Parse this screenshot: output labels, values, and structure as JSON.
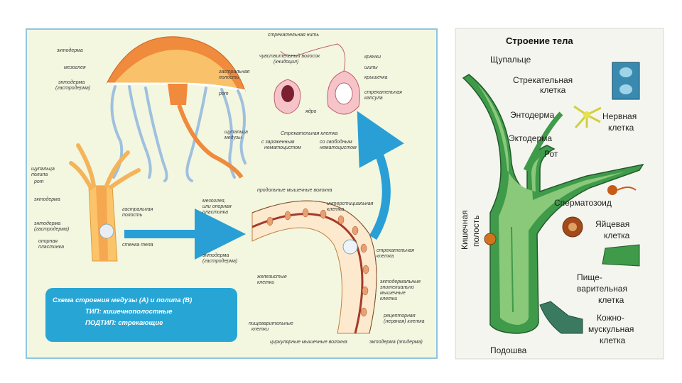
{
  "left_panel": {
    "labels": {
      "ektoderma_top": "эктодерма",
      "mezogleya_top": "мезоглея",
      "entoderma_gastro_top": "энтодерма",
      "entoderma_gastro_top_2": "(гастродерма)",
      "gastral_cavity_top": "гастральная",
      "gastral_cavity_top_2": "полость",
      "mouth_top": "рот",
      "tentacles_medusa": "щупальца",
      "tentacles_medusa_2": "медузы",
      "tentacles_polyp": "щупальца",
      "tentacles_polyp_2": "полипа",
      "mouth_polyp": "рот",
      "ektoderma_polyp": "эктодерма",
      "gastral_cavity_polyp": "гастральная",
      "gastral_cavity_polyp_2": "полость",
      "entoderma_polyp": "энтодерма",
      "entoderma_polyp_2": "(гастродерма)",
      "support_plate": "опорная",
      "support_plate_2": "пластинка",
      "body_wall": "стенка тела",
      "stinging_thread": "стрекательная нить",
      "sensitive_hair": "чувствительный волосок",
      "sensitive_hair_2": "(книдоцил)",
      "hooks": "крючки",
      "spines": "шипы",
      "lid": "крышечка",
      "stinging_capsule": "стрекательная",
      "stinging_capsule_2": "капсула",
      "nucleus": "ядро",
      "stinging_cell": "Стрекательная клетка",
      "with_charged": "с заряженным",
      "with_charged_2": "нематоцистом",
      "with_free": "со свободным",
      "with_free_2": "нематоцистом",
      "longitudinal_fibers": "продольные мышечные волокна",
      "mesoglea_support": "мезоглея,",
      "mesoglea_support_2": "или опорная",
      "mesoglea_support_3": "пластинка",
      "interstitial_cell": "интерстициальная",
      "interstitial_cell_2": "клетка",
      "entoderma_wall": "энтодерма",
      "entoderma_wall_2": "(гастродерма)",
      "stinging_cell_small": "стрекательная",
      "stinging_cell_small_2": "клетка",
      "gland_cells": "железистые",
      "gland_cells_2": "клетки",
      "ecto_epithelial": "эктодермальные",
      "ecto_epithelial_2": "эпителиально",
      "ecto_epithelial_3": "мышечные",
      "ecto_epithelial_4": "клетки",
      "digestive_cells": "пищеварительные",
      "digestive_cells_2": "клетки",
      "receptor_cell": "рецепторная",
      "receptor_cell_2": "(нервная) клетка",
      "circular_fibers": "циркулярные мышечные волокна",
      "ectoderm_bottom": "эктодерма (эпидерма)"
    },
    "caption": {
      "line1": "Схема строения медузы (А) и полипа (В)",
      "line2": "ТИП: кишечнополостные",
      "line3": "ПОДТИП: стрекающие"
    },
    "colors": {
      "panel_bg": "#f3f7e0",
      "orange": "#f08a3c",
      "tentacle": "#9fc0de",
      "arrow": "#2a9fd6"
    }
  },
  "right_panel": {
    "title": "Строение тела",
    "labels": {
      "tentacle": "Щупальце",
      "stinging": "Стрекательная",
      "stinging_2": "клетка",
      "entoderma": "Энтодерма",
      "nerve": "Нервная",
      "nerve_2": "клетка",
      "ektoderma": "Эктодерма",
      "mouth": "Рот",
      "sperm": "Сперматозоид",
      "egg": "Яйцевая",
      "egg_2": "клетка",
      "cavity": "Кишечная",
      "cavity_2": "полость",
      "digestive": "Пище-",
      "digestive_2": "варительная",
      "digestive_3": "клетка",
      "skin_muscle": "Кожно-",
      "skin_muscle_2": "мускульная",
      "skin_muscle_3": "клетка",
      "sole": "Подошва"
    },
    "colors": {
      "body_green": "#3f9a4a",
      "inner_green": "#8ac97a"
    }
  }
}
